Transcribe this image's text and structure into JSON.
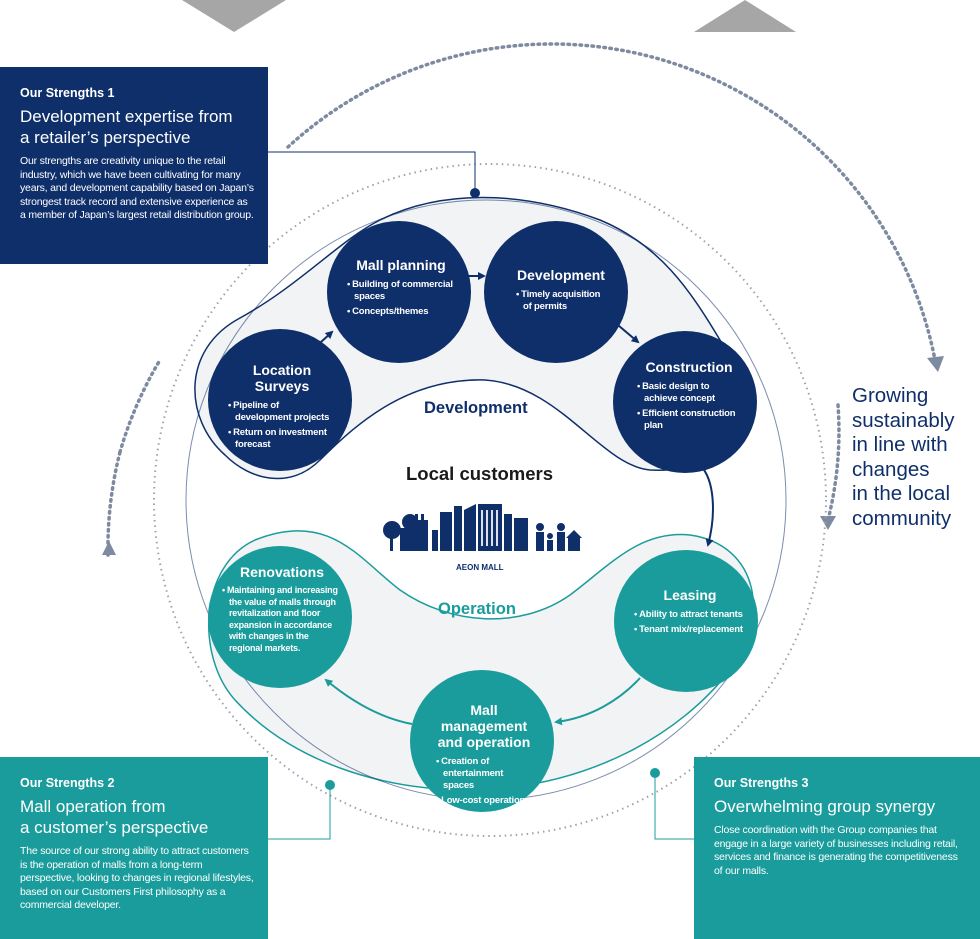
{
  "strengths": [
    {
      "tag": "Our Strengths 1",
      "heading": "Development expertise from\na retailer’s perspective",
      "body": "Our strengths are creativity unique to the retail industry, which we have been cultivating for many years, and development capability based on Japan’s strongest track record and extensive experience as a member of Japan’s largest retail distribution group."
    },
    {
      "tag": "Our Strengths 2",
      "heading": "Mall operation from\na customer’s perspective",
      "body": "The source of our strong ability to attract customers is the operation of malls from a long-term perspective, looking to changes in regional lifestyles, based on our Customers First philosophy as a commercial developer."
    },
    {
      "tag": "Our Strengths 3",
      "heading": "Overwhelming group synergy",
      "body": "Close coordination with the Group companies that engage in a large variety of businesses including retail, services and finance is generating the competitiveness of our malls."
    }
  ],
  "growing_text": "Growing\nsustainably\nin line with\nchanges\nin the local\ncommunity",
  "center": {
    "development_label": "Development",
    "operation_label": "Operation",
    "customers_label": "Local customers",
    "mall_label": "AEON MALL"
  },
  "nodes": {
    "location_surveys": {
      "title": "Location Surveys",
      "bullets": [
        "Pipeline of development projects",
        "Return on investment forecast"
      ]
    },
    "mall_planning": {
      "title": "Mall planning",
      "bullets": [
        "Building of commercial spaces",
        "Concepts/themes"
      ]
    },
    "development": {
      "title": "Development",
      "bullets": [
        "Timely acquisition of permits"
      ]
    },
    "construction": {
      "title": "Construction",
      "bullets": [
        "Basic design to achieve concept",
        "Efficient construction plan"
      ]
    },
    "leasing": {
      "title": "Leasing",
      "bullets": [
        "Ability to attract tenants",
        "Tenant mix/replacement"
      ]
    },
    "mall_management": {
      "title": "Mall management\nand operation",
      "bullets": [
        "Creation of entertainment spaces",
        "Low-cost operations"
      ]
    },
    "renovations": {
      "title": "Renovations",
      "bullets": [
        "Maintaining and increasing the value of malls through revitalization and floor expansion in accordance with changes in the regional markets."
      ]
    }
  },
  "colors": {
    "navy": "#0f2f6b",
    "teal": "#1b9c9c",
    "light_fill": "#f2f3f4",
    "dotted": "#8a94a4",
    "gray": "#a6a6a6"
  }
}
